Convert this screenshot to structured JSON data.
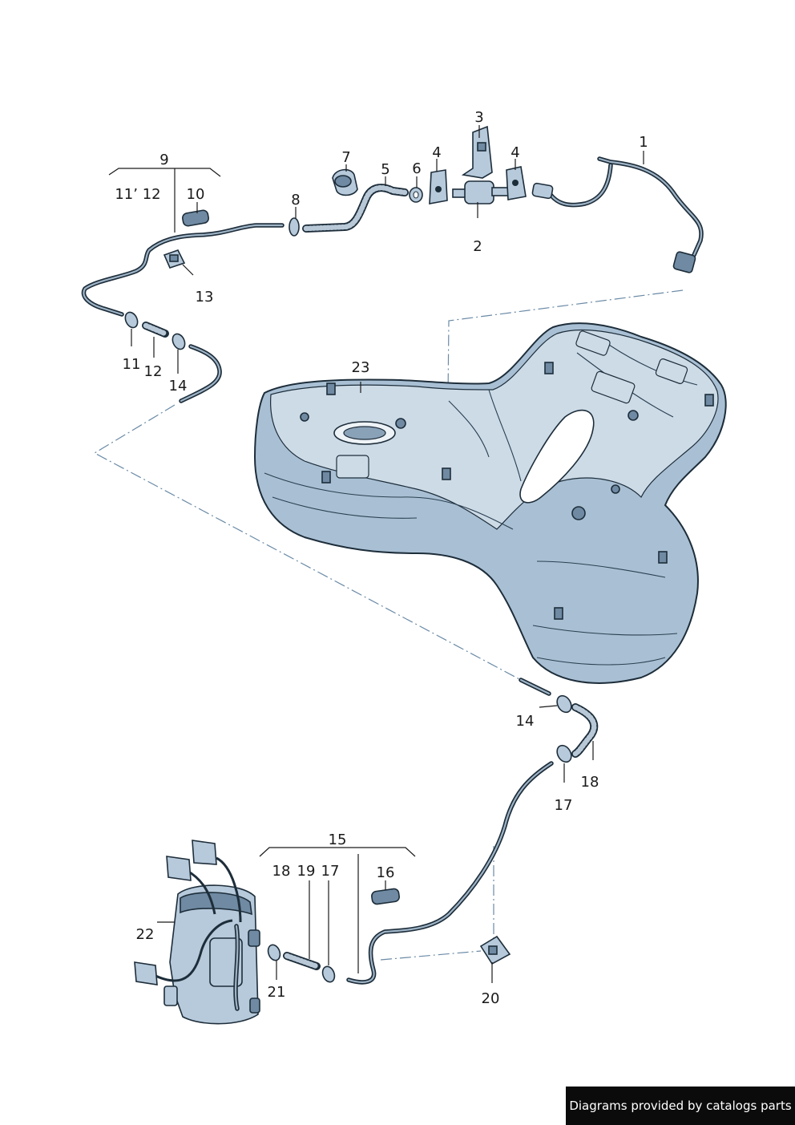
{
  "callouts": [
    {
      "id": "c1",
      "text": "1"
    },
    {
      "id": "c2",
      "text": "2"
    },
    {
      "id": "c3",
      "text": "3"
    },
    {
      "id": "c4a",
      "text": "4"
    },
    {
      "id": "c4b",
      "text": "4"
    },
    {
      "id": "c5",
      "text": "5"
    },
    {
      "id": "c6",
      "text": "6"
    },
    {
      "id": "c7",
      "text": "7"
    },
    {
      "id": "c8",
      "text": "8"
    },
    {
      "id": "c9",
      "text": "9"
    },
    {
      "id": "c9sub",
      "text": "11’ 12"
    },
    {
      "id": "c10",
      "text": "10"
    },
    {
      "id": "c13",
      "text": "13"
    },
    {
      "id": "c11",
      "text": "11"
    },
    {
      "id": "c12",
      "text": "12"
    },
    {
      "id": "c14a",
      "text": "14"
    },
    {
      "id": "c23",
      "text": "23"
    },
    {
      "id": "c14b",
      "text": "14"
    },
    {
      "id": "c18a",
      "text": "18"
    },
    {
      "id": "c17a",
      "text": "17"
    },
    {
      "id": "c15",
      "text": "15"
    },
    {
      "id": "c18b",
      "text": "18"
    },
    {
      "id": "c19",
      "text": "19"
    },
    {
      "id": "c17b",
      "text": "17"
    },
    {
      "id": "c16",
      "text": "16"
    },
    {
      "id": "c22",
      "text": "22"
    },
    {
      "id": "c21",
      "text": "21"
    },
    {
      "id": "c20",
      "text": "20"
    }
  ],
  "credit": "Diagrams provided by catalogs parts",
  "colors": {
    "part_fill": "#b7cadb",
    "outline": "#1d2d3a",
    "guide_dash": "#6a8aa6",
    "credit_bg": "#0b0b0b"
  }
}
